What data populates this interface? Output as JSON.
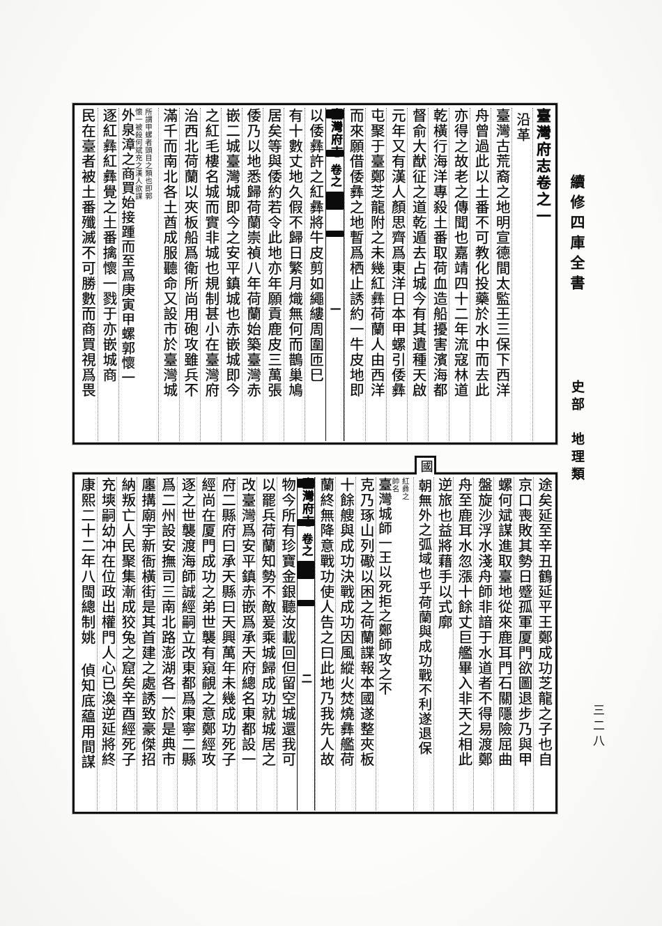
{
  "page": {
    "series_title": "續修四庫全書",
    "series_category_1": "史部",
    "series_category_2": "地理類",
    "folio_number": "三二八",
    "work_title": "臺灣府志",
    "juan": "卷之一",
    "section_heading": "沿革"
  },
  "upper_leaf": {
    "banxin": {
      "title": "臺灣府志",
      "juan": "卷之一",
      "sheet_mark": "一"
    },
    "columns": [
      {
        "kind": "title",
        "text": "臺灣府志卷之一"
      },
      {
        "kind": "heading",
        "text": "沿革"
      },
      {
        "kind": "body",
        "text": "臺灣古荒裔之地明宣德間太監王三保下西洋"
      },
      {
        "kind": "body",
        "text": "舟曾過此以土番不可教化投藥於水中而去此"
      },
      {
        "kind": "body",
        "text": "亦得之故老之傳聞也嘉靖四十二年流寇林道"
      },
      {
        "kind": "body",
        "text": "乾橫行海洋專殺土番取荷血造船擾害濱海都"
      },
      {
        "kind": "body",
        "text": "督俞大猷征之道乾遁去占城今有其遺種天啟"
      },
      {
        "kind": "body",
        "text": "元年又有漢人顏思齊爲東洋日本甲螺引倭彝"
      },
      {
        "kind": "body",
        "text": "屯聚于臺鄭芝龍附之未幾紅彝荷蘭人由西洋"
      },
      {
        "kind": "body",
        "text": "而來願借倭彝之地暫爲栖止誘約一牛皮地即"
      },
      {
        "kind": "body",
        "text": "以倭彝許之紅彝將牛皮剪如繩縷周圍匝巳"
      },
      {
        "kind": "body",
        "text": "有十數丈地久假不歸日繁月熾無何而鵲巢鳩"
      },
      {
        "kind": "body",
        "text": "居矣等與倭約若令此地亦年願貢鹿皮三萬張"
      },
      {
        "kind": "body",
        "text": "倭乃以地悉歸荷蘭崇禎八年荷蘭始築臺灣赤"
      },
      {
        "kind": "body",
        "text": "嵌二城臺灣城即今之安平鎮城也赤嵌城即今"
      },
      {
        "kind": "body",
        "text": "之紅毛樓名城而實非城也規制甚小在臺灣府"
      },
      {
        "kind": "body",
        "text": "治西北荷蘭以夾板船爲衛所尚用砲攻雖兵不"
      },
      {
        "kind": "body",
        "text": "滿千而南北各土酋成服聽命又設市於臺灣城"
      },
      {
        "kind": "body_with_note",
        "text": "外泉漳之商買始接踵而至爲庚寅甲螺郭懷一",
        "note": "所謂甲螺者頭目之類也即郭懷一被殺何斌充之漢人欲謀"
      },
      {
        "kind": "body",
        "text": "逐紅彝紅彝覺之土番擒懷一戮于亦嵌城商"
      },
      {
        "kind": "body",
        "text": "民在臺者被土番殲滅不可勝數而商買視爲畏"
      }
    ]
  },
  "lower_leaf": {
    "banxin": {
      "title": "臺灣府志",
      "juan": "卷之一",
      "sheet_mark": "二"
    },
    "raised_char": "國",
    "columns": [
      {
        "kind": "body",
        "text": "途矣延至辛丑鶴延平王鄭成功芝龍之子也自"
      },
      {
        "kind": "body",
        "text": "京口喪敗其勢日蹙孤軍厦門欲圖退步乃與甲"
      },
      {
        "kind": "body",
        "text": "螺何斌謀進取臺地從來鹿耳門石關隱險屈曲"
      },
      {
        "kind": "body",
        "text": "盤旋沙浮水淺舟師非諳于水道者不得易渡鄭"
      },
      {
        "kind": "body",
        "text": "舟至鹿耳水忽漲十餘丈巨艦畢入非天之相此"
      },
      {
        "kind": "body",
        "text": "逆旅也益將藉手以式廓"
      },
      {
        "kind": "raised_body",
        "text": "國朝無外之弧域也乎荷蘭與成功戰不利遂退保",
        "raised": "國"
      },
      {
        "kind": "body_with_note",
        "text": "臺灣城師一王以死拒之鄭師攻之不",
        "note": "紅彝之帥名"
      },
      {
        "kind": "body",
        "text": "克乃琢山列礮以困之荷蘭諜報本國遂整夾板"
      },
      {
        "kind": "body",
        "text": "十餘艘與成功決戰成功因風縱火焚燒彝艦荷"
      },
      {
        "kind": "body",
        "text": "蘭終無降意戰功使人告之曰此地乃我先人故"
      },
      {
        "kind": "body",
        "text": "物今所有珍寶金銀聽汝載回但留空城還我可"
      },
      {
        "kind": "body",
        "text": "以罷兵荷蘭知勢不敵爰乘城歸成功就城居之"
      },
      {
        "kind": "body",
        "text": "改臺灣爲安平鎮赤嵌爲承天府總名東都設一"
      },
      {
        "kind": "body",
        "text": "府二縣府曰承天縣曰天興萬年未幾成功死子"
      },
      {
        "kind": "body",
        "text": "經尚在厦門成功之弟世襲有窺覦之意鄭經攻"
      },
      {
        "kind": "body",
        "text": "逐之世襲渡海師誠經嗣立改東都爲東寧二縣"
      },
      {
        "kind": "body",
        "text": "爲二州設安撫司三南北路澎湖各一於是典市"
      },
      {
        "kind": "body",
        "text": "廛搆廟宇新衙橫街是其首建之處誘致豪傑招"
      },
      {
        "kind": "body",
        "text": "納叛亡人民聚集漸成狡兔之窟矣辛酉經死子"
      },
      {
        "kind": "body",
        "text": "充塽嗣幼冲在位政出權門人心已渙逆延將終"
      },
      {
        "kind": "body",
        "text": "康熙二十二年八閩總制姚   偵知底藴用間謀"
      }
    ]
  }
}
